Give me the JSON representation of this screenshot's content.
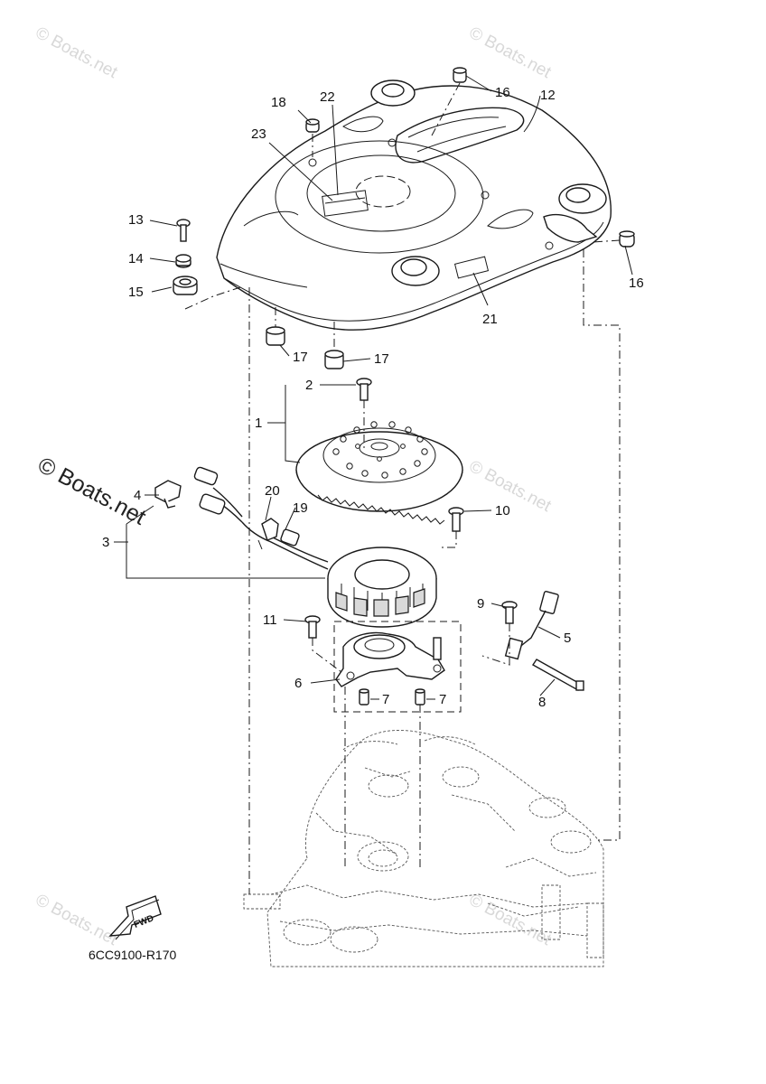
{
  "watermarks": {
    "small": "© Boats.net",
    "large": "© Boats.net"
  },
  "diagram_code": "6CC9100-R170",
  "fwd_label": "FWD",
  "callouts": {
    "n1": "1",
    "n2": "2",
    "n3": "3",
    "n4": "4",
    "n5": "5",
    "n6": "6",
    "n7a": "7",
    "n7b": "7",
    "n8": "8",
    "n9": "9",
    "n10": "10",
    "n11": "11",
    "n12": "12",
    "n13": "13",
    "n14": "14",
    "n15": "15",
    "n16a": "16",
    "n16b": "16",
    "n17a": "17",
    "n17b": "17",
    "n18": "18",
    "n19": "19",
    "n20": "20",
    "n21": "21",
    "n22": "22",
    "n23": "23"
  }
}
